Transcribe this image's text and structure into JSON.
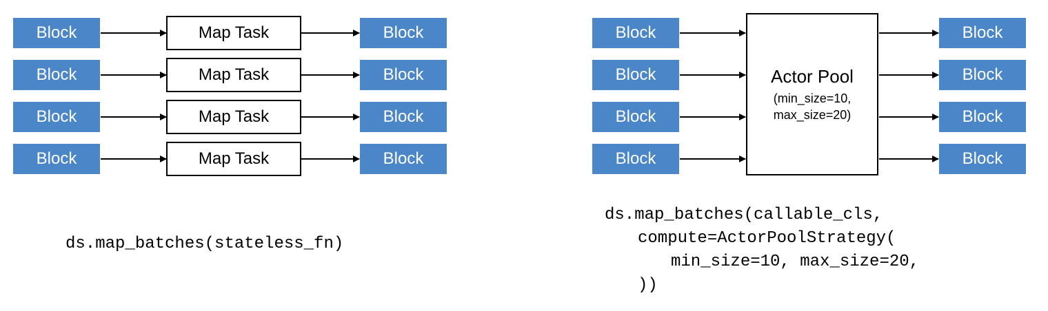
{
  "left": {
    "input_blocks": [
      "Block",
      "Block",
      "Block",
      "Block"
    ],
    "tasks": [
      "Map Task",
      "Map Task",
      "Map Task",
      "Map Task"
    ],
    "output_blocks": [
      "Block",
      "Block",
      "Block",
      "Block"
    ],
    "code": "ds.map_batches(stateless_fn)"
  },
  "right": {
    "input_blocks": [
      "Block",
      "Block",
      "Block",
      "Block"
    ],
    "pool": {
      "title": "Actor Pool",
      "param1": "(min_size=10,",
      "param2": "max_size=20)"
    },
    "output_blocks": [
      "Block",
      "Block",
      "Block",
      "Block"
    ],
    "code": {
      "line1": "ds.map_batches(callable_cls,",
      "line2": "compute=ActorPoolStrategy(",
      "line3": "min_size=10, max_size=20,",
      "line4": "))"
    }
  },
  "colors": {
    "block": "#4a86c8",
    "stroke": "#000000"
  }
}
